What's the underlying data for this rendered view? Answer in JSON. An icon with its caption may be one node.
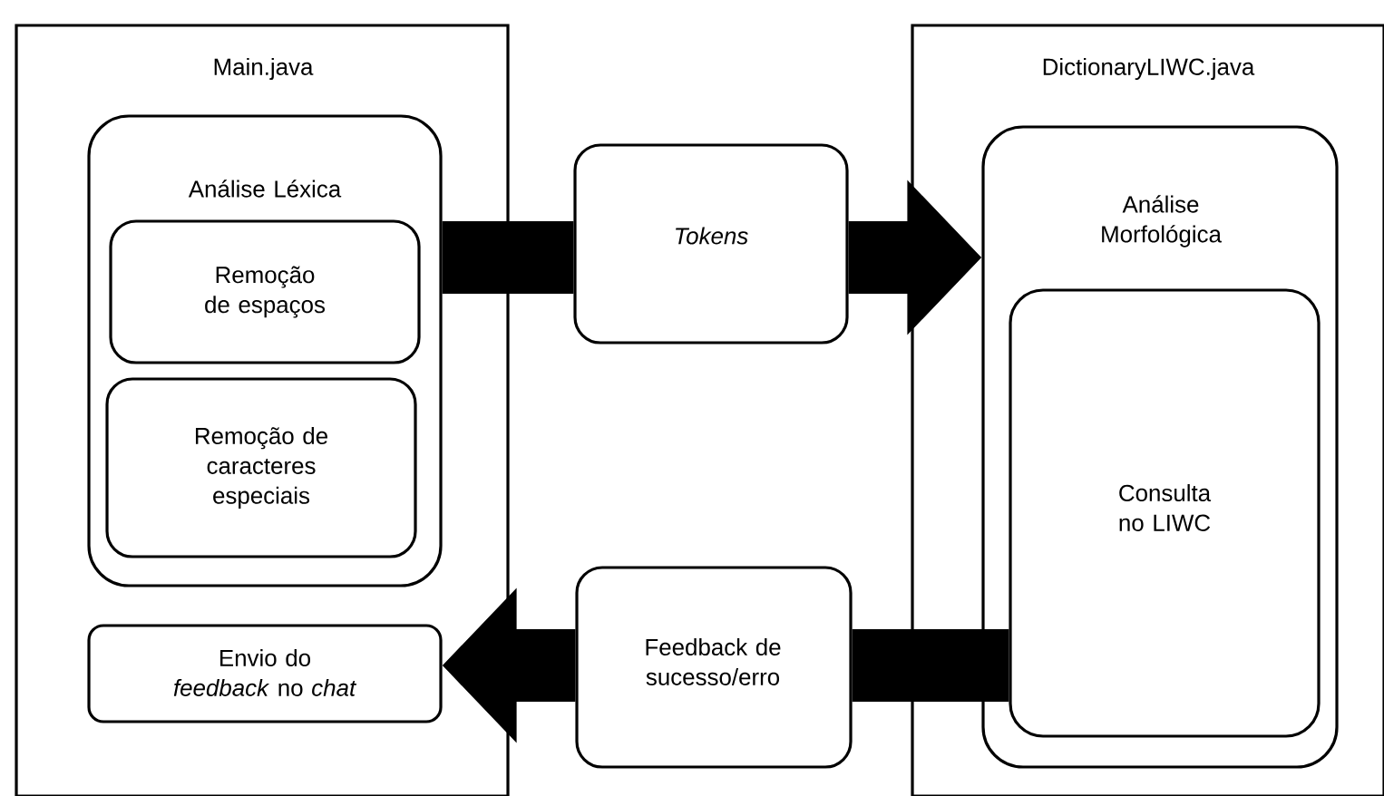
{
  "diagram": {
    "nodes": [
      {
        "text": [
          "Main.java"
        ]
      },
      {
        "text": [
          "Análise Léxica"
        ],
        "in": 0
      },
      {
        "text": [
          "Remoção de espaços"
        ],
        "in": 1
      },
      {
        "text": [
          "Remoção de caracteres especiais"
        ],
        "in": 1
      },
      {
        "text": [
          "Envio do *feedback* no *chat*"
        ],
        "in": 0
      },
      {
        "text": [
          "Tokens"
        ]
      },
      {
        "text": [
          "Feedback de sucesso/erro"
        ]
      },
      {
        "text": [
          "DictionaryLIWC.java"
        ]
      },
      {
        "text": [
          "Análise Morfológica"
        ],
        "in": 7
      },
      {
        "text": [
          "Consulta no LIWC"
        ],
        "in": 8
      }
    ],
    "edges": [
      {
        "from": 1,
        "to": 5,
        "arrow": "none"
      },
      {
        "from": 5,
        "to": 8,
        "arrow": "to"
      },
      {
        "from": 9,
        "to": 6,
        "arrow": "none"
      },
      {
        "from": 6,
        "to": 4,
        "arrow": "to"
      }
    ]
  }
}
